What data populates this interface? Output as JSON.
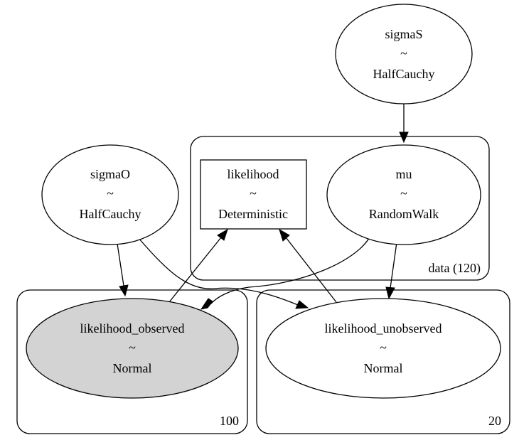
{
  "colors": {
    "observed_fill": "#d3d3d3",
    "node_fill": "#ffffff",
    "line": "#000000"
  },
  "plates": {
    "data": {
      "label": "data (120)"
    },
    "observed": {
      "label": "100"
    },
    "unobserved": {
      "label": "20"
    }
  },
  "nodes": {
    "sigmaS": {
      "name": "sigmaS",
      "tilde": "~",
      "dist": "HalfCauchy"
    },
    "sigmaO": {
      "name": "sigmaO",
      "tilde": "~",
      "dist": "HalfCauchy"
    },
    "likelihood": {
      "name": "likelihood",
      "tilde": "~",
      "dist": "Deterministic"
    },
    "mu": {
      "name": "mu",
      "tilde": "~",
      "dist": "RandomWalk"
    },
    "likelihood_observed": {
      "name": "likelihood_observed",
      "tilde": "~",
      "dist": "Normal"
    },
    "likelihood_unobserved": {
      "name": "likelihood_unobserved",
      "tilde": "~",
      "dist": "Normal"
    }
  },
  "edges": [
    {
      "from": "sigmaS",
      "to": "mu"
    },
    {
      "from": "sigmaO",
      "to": "likelihood_observed"
    },
    {
      "from": "sigmaO",
      "to": "likelihood_unobserved"
    },
    {
      "from": "mu",
      "to": "likelihood_observed"
    },
    {
      "from": "mu",
      "to": "likelihood_unobserved"
    },
    {
      "from": "likelihood_observed",
      "to": "likelihood"
    },
    {
      "from": "likelihood_unobserved",
      "to": "likelihood"
    }
  ]
}
